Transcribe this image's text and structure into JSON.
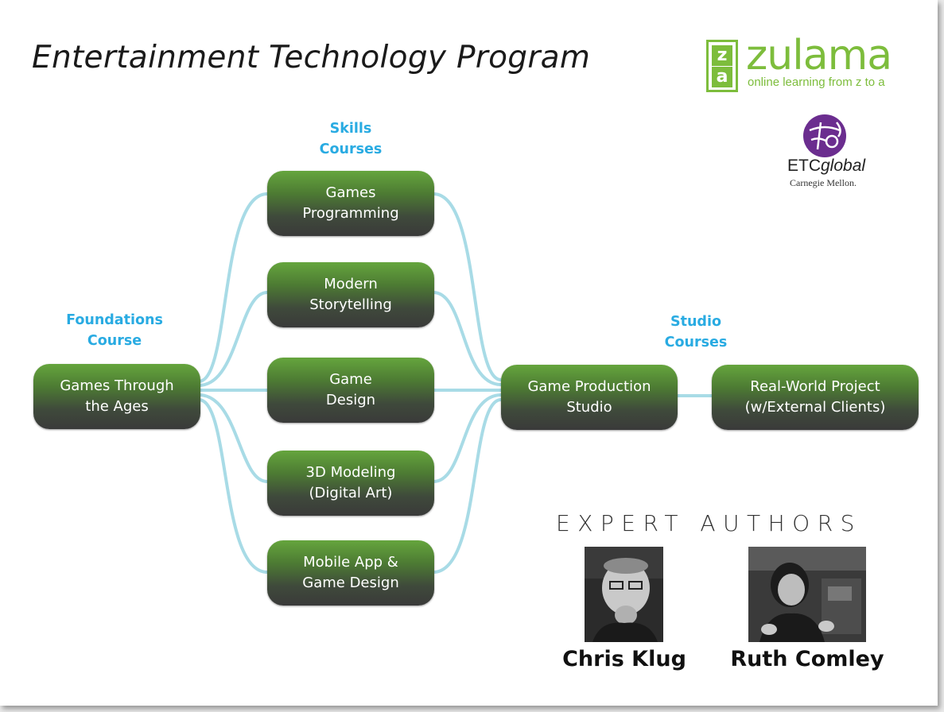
{
  "title": "Entertainment Technology Program",
  "logos": {
    "zulama": {
      "box_top": "z",
      "box_bottom": "a",
      "word": "zulama",
      "tagline": "online learning from z to a",
      "color": "#7dbd3c"
    },
    "etc": {
      "word_regular": "ETC",
      "word_italic": "global",
      "subtitle": "Carnegie Mellon.",
      "icon_color": "#6b2d8f"
    }
  },
  "categories": {
    "foundations": "Foundations\nCourse",
    "skills": "Skills\nCourses",
    "studio": "Studio\nCourses"
  },
  "courses": {
    "foundations": "Games Through\nthe Ages",
    "skills": [
      "Games\nProgramming",
      "Modern\nStorytelling",
      "Game\nDesign",
      "3D Modeling\n(Digital Art)",
      "Mobile App &\nGame Design"
    ],
    "studio": "Game Production\nStudio",
    "project": "Real-World Project\n(w/External Clients)"
  },
  "experts": {
    "heading": "EXPERT AUTHORS",
    "authors": [
      "Chris Klug",
      "Ruth Comley"
    ]
  },
  "colors": {
    "connector": "#a8dbe6",
    "category_label": "#29abe2",
    "node_top": "#65a53d",
    "node_bottom": "#3a3a3a"
  }
}
